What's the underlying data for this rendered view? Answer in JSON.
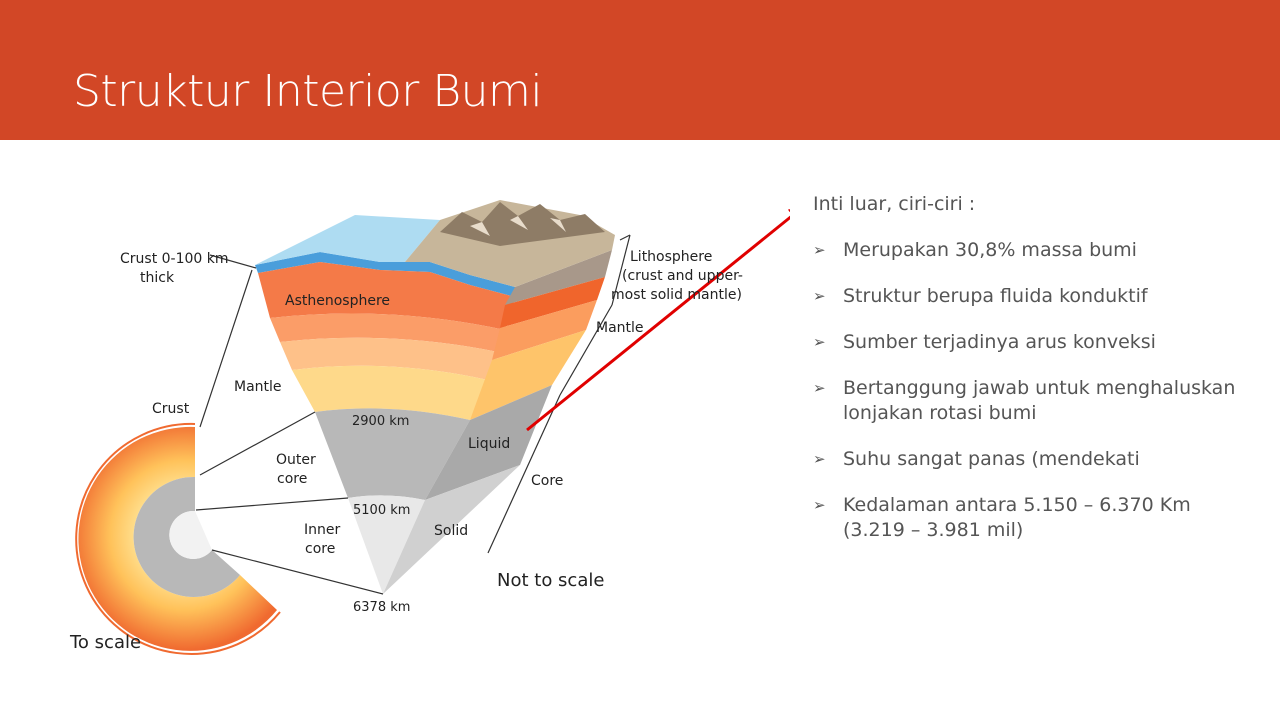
{
  "header": {
    "title": "Struktur Interior Bumi",
    "bg_color": "#d24726"
  },
  "diagram": {
    "labels": {
      "crust_thickness_line1": "Crust 0-100 km",
      "crust_thickness_line2": "thick",
      "asthenosphere": "Asthenosphere",
      "lithosphere_line1": "Lithosphere",
      "lithosphere_line2": "(crust and upper-",
      "lithosphere_line3": "most solid mantle)",
      "mantle_right": "Mantle",
      "mantle_left": "Mantle",
      "crust_left": "Crust",
      "depth_2900": "2900 km",
      "liquid": "Liquid",
      "outer_core_line1": "Outer",
      "outer_core_line2": "core",
      "core": "Core",
      "depth_5100": "5100 km",
      "inner_core_line1": "Inner",
      "inner_core_line2": "core",
      "solid": "Solid",
      "not_to_scale": "Not to scale",
      "depth_6378": "6378 km",
      "to_scale": "To scale"
    },
    "arrow_color": "#e00000"
  },
  "content": {
    "intro": "Inti luar, ciri-ciri :",
    "bullet_marker": "➢",
    "bullets": [
      "Merupakan 30,8% massa bumi",
      "Struktur berupa fluida konduktif",
      "Sumber terjadinya arus konveksi",
      "Bertanggung jawab untuk menghaluskan lonjakan rotasi bumi",
      "Suhu sangat panas (mendekati",
      "Kedalaman antara 5.150 – 6.370 Km (3.219 – 3.981 mil)"
    ]
  }
}
